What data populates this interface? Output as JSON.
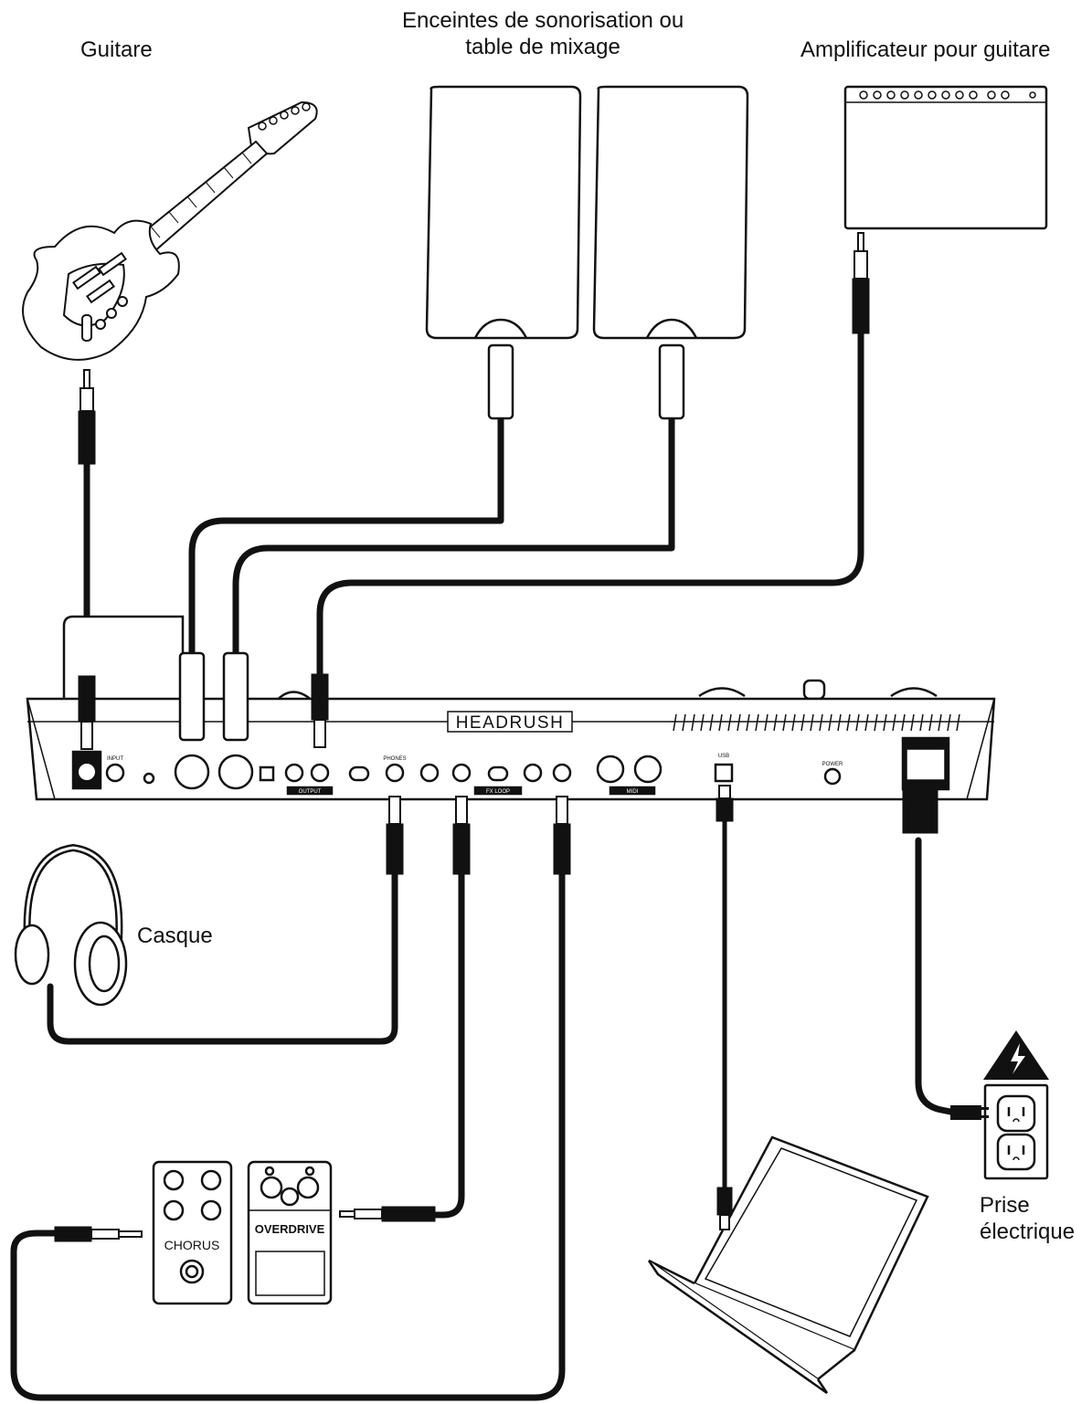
{
  "labels": {
    "guitar": "Guitare",
    "speakers": "Enceintes de sonorisation ou\ntable de mixage",
    "amplifier": "Amplificateur pour guitare",
    "headphones": "Casque",
    "outlet": "Prise\nélectrique"
  },
  "device": {
    "brand": "HEADRUSH",
    "panel_labels": {
      "input": "INPUT",
      "output_section": "OUTPUT",
      "fx_loop": "FX LOOP",
      "midi": "MIDI",
      "phones": "PHONES",
      "usb": "USB",
      "power": "POWER"
    }
  },
  "pedals": {
    "chorus": "CHORUS",
    "overdrive": "OVERDRIVE"
  },
  "colors": {
    "ink": "#111111",
    "background": "#ffffff"
  }
}
